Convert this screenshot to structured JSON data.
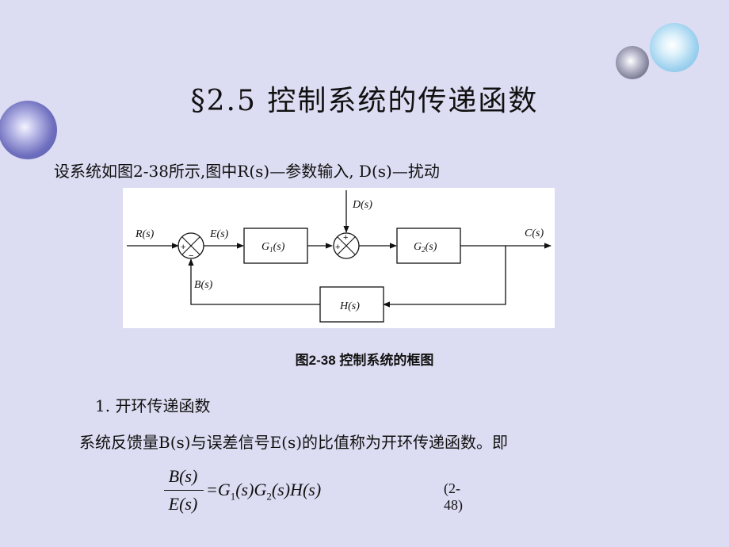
{
  "slide": {
    "title": "§2.5  控制系统的传递函数",
    "intro": "设系统如图2-38所示,图中R(s)—参数输入, D(s)—扰动",
    "caption": "图2-38 控制系统的框图",
    "section_heading": "1.  开环传递函数",
    "description": "系统反馈量B(s)与误差信号E(s)的比值称为开环传递函数。即",
    "equation_number": "(2-48)"
  },
  "diagram": {
    "signals": {
      "input": "R(s)",
      "error": "E(s)",
      "feedback": "B(s)",
      "disturbance": "D(s)",
      "output": "C(s)"
    },
    "blocks": {
      "forward1": "G1(s)",
      "forward2": "G2(s)",
      "feedback": "H(s)"
    },
    "signs": {
      "sum1_input": "+",
      "sum1_feedback": "−",
      "sum2_disturbance": "+",
      "sum2_forward": "+"
    }
  },
  "formula": {
    "numerator": "B(s)",
    "denominator": "E(s)"
  }
}
